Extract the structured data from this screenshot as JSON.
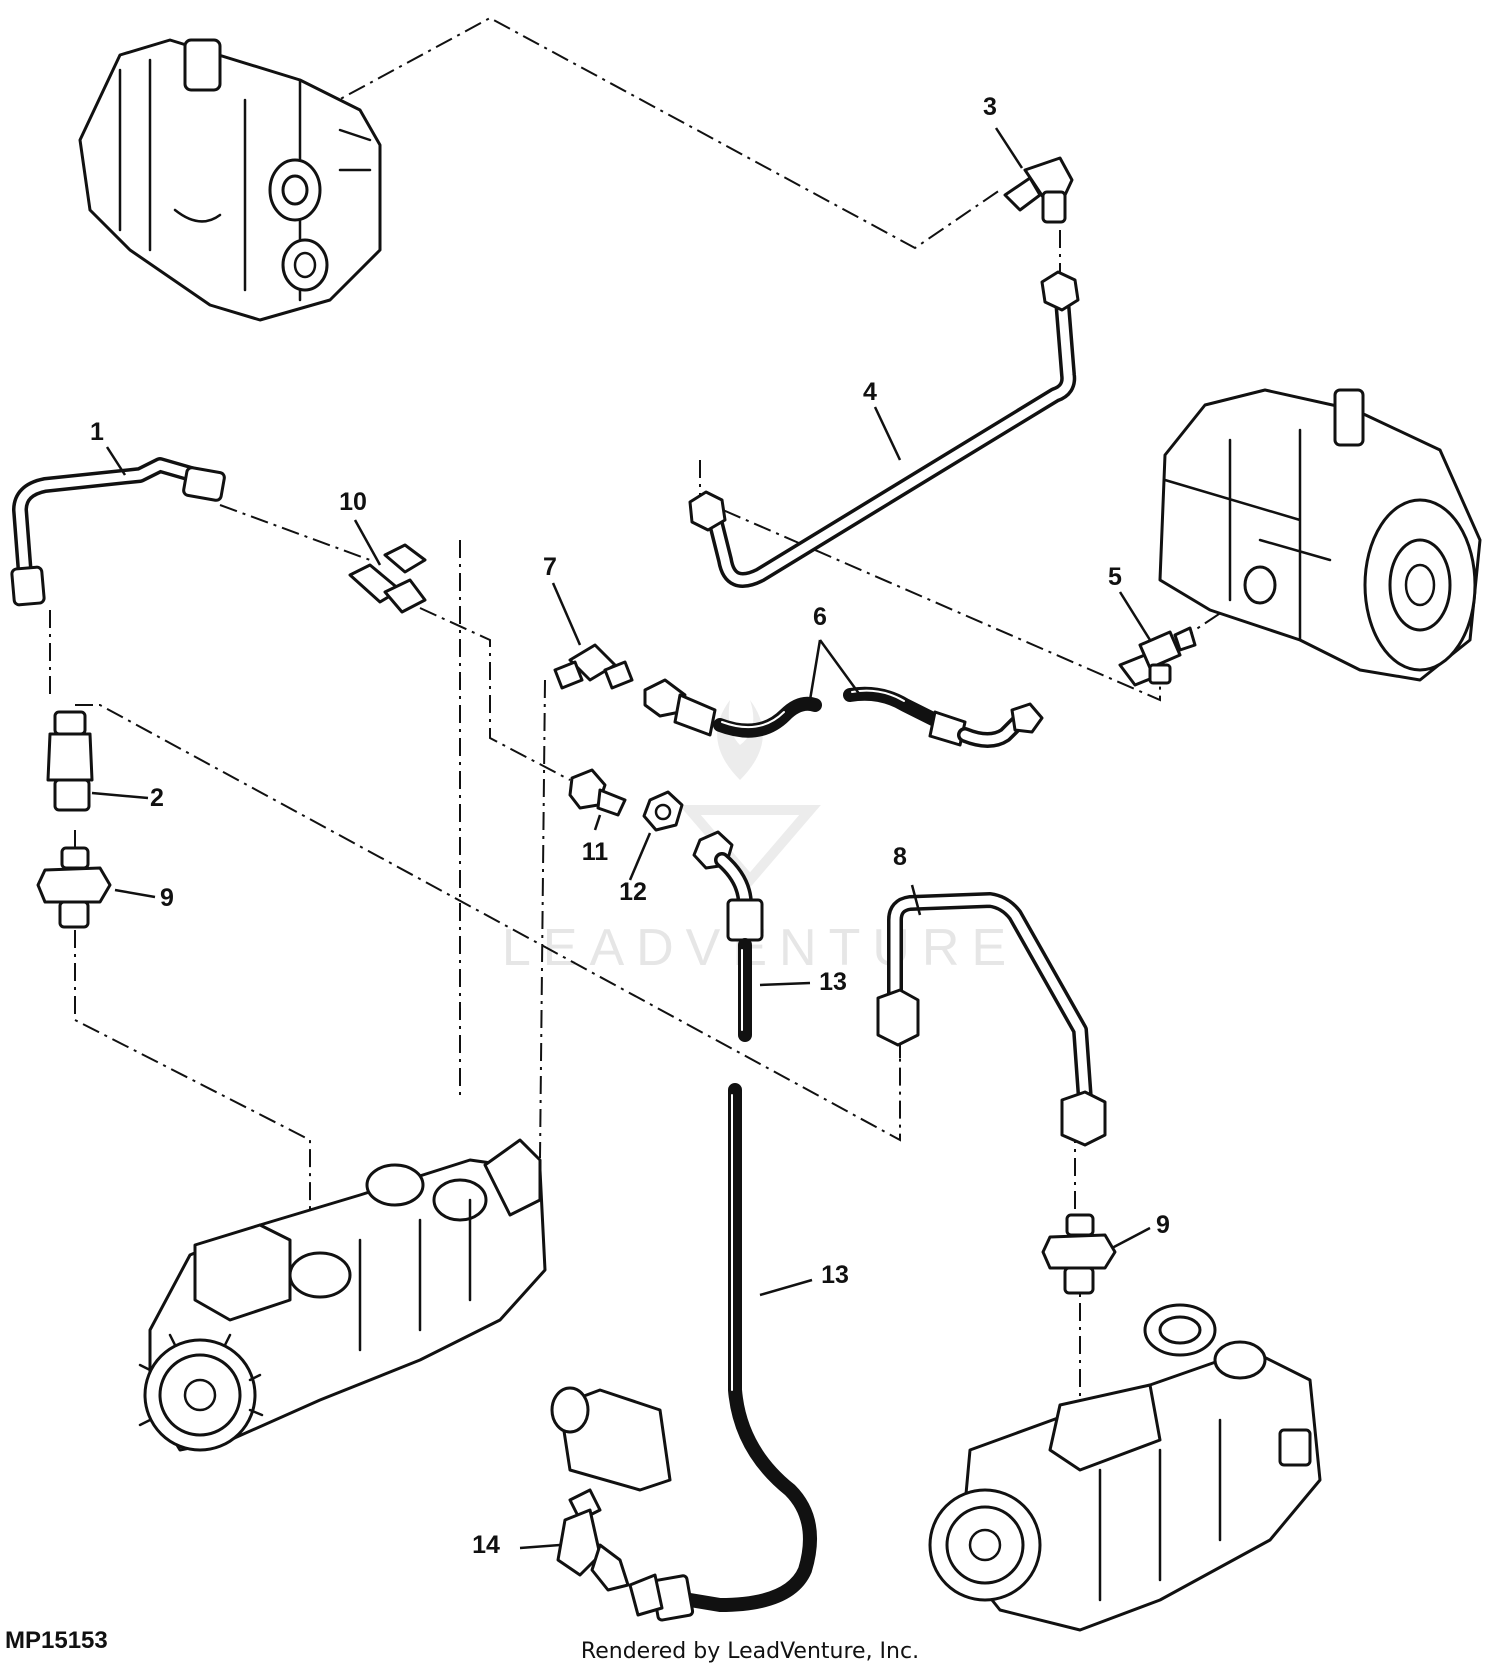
{
  "diagram": {
    "figure_id": "MP15153",
    "credit": "Rendered by LeadVenture, Inc.",
    "watermark": "LEADVENTURE",
    "callouts": [
      "1",
      "2",
      "3",
      "4",
      "5",
      "6",
      "7",
      "8",
      "9",
      "9",
      "10",
      "11",
      "12",
      "13",
      "13",
      "14"
    ]
  }
}
